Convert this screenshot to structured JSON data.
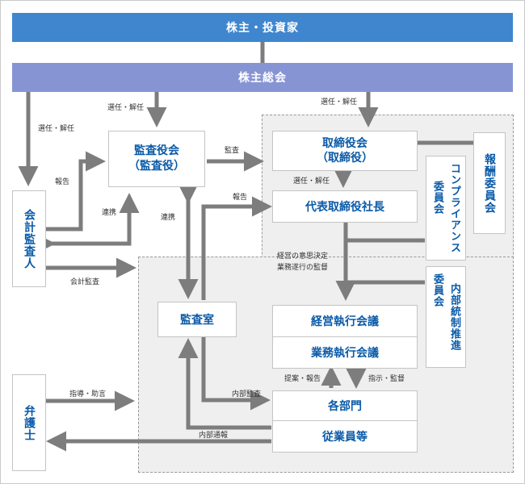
{
  "top": {
    "shareholders": "株主・投資家",
    "general_meeting": "株主総会"
  },
  "boxes": {
    "kansayaku_line1": "監査役会",
    "kansayaku_line2": "（監査役）",
    "board_line1": "取締役会",
    "board_line2": "（取締役）",
    "president": "代表取締役社長",
    "remuneration": "報酬委員会",
    "compliance_line1": "コンプライアンス",
    "compliance_line2": "委員会",
    "internal_control_line1": "内部統制推進",
    "internal_control_line2": "委員会",
    "auditor": "会計監査人",
    "lawyer": "弁護士",
    "audit_office": "監査室",
    "mgmt_meeting": "経営執行会議",
    "ops_meeting": "業務執行会議",
    "departments": "各部門",
    "employees": "従業員等"
  },
  "labels": {
    "elect_left": "選任・解任",
    "elect_mid": "選任・解任",
    "elect_right": "選任・解任",
    "elect_board_president": "選任・解任",
    "audit": "監査",
    "report_auditor": "報告",
    "cooperation_auditor": "連携",
    "cooperation_office": "連携",
    "report_president": "報告",
    "accounting_audit": "会計監査",
    "decision_line1": "経営の意思決定",
    "decision_line2": "業務遂行の監督",
    "guidance": "指導・助言",
    "internal_audit": "内部監査",
    "internal_report": "内部通報",
    "proposal": "提案・報告",
    "instruction": "指示・監督"
  },
  "colors": {
    "top_band": "#3f86cf",
    "meeting_band": "#8794d4",
    "arrow": "#7d7d7d",
    "box_text": "#0a5aa8"
  }
}
